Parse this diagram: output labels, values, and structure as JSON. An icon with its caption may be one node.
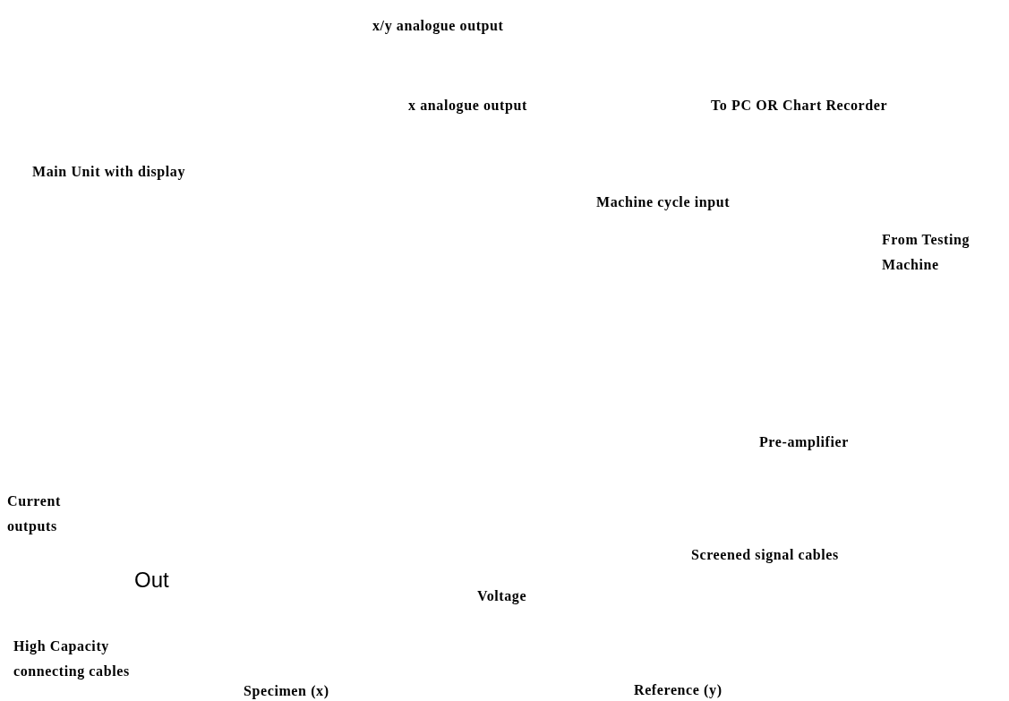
{
  "diagram": {
    "labels": [
      "x/y analogue output",
      "x analogue output",
      "To PC OR Chart Recorder",
      "Main Unit with display",
      "Machine cycle input",
      "From Testing Machine",
      "Pre-amplifier",
      "Current outputs",
      "Screened signal cables",
      "Out",
      "Voltage",
      "High Capacity connecting cables",
      "Specimen (x)",
      "Reference (y)"
    ]
  }
}
